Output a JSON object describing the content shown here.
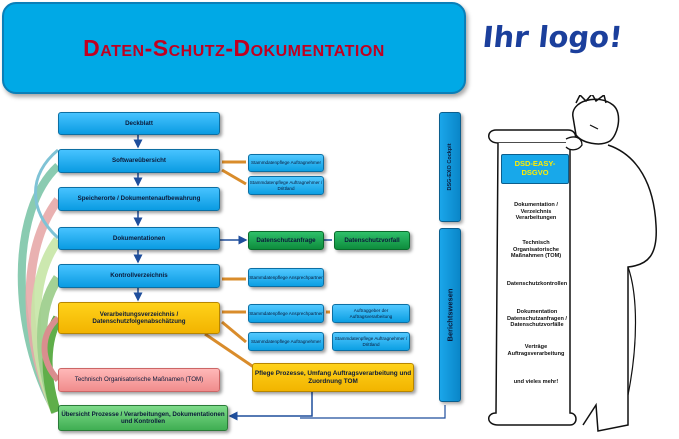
{
  "banner": {
    "title": "Daten-Schutz-Dokumentation"
  },
  "logo": {
    "text": "Ihr logo!"
  },
  "flow": {
    "deckblatt": "Deckblatt",
    "softwareuebersicht": "Softwareübersicht",
    "speicherorte": "Speicherorte / Dokumentenaufbewahrung",
    "dokumentationen": "Dokumentationen",
    "kontrollverzeichnis": "Kontrollverzeichnis",
    "verarbeitungsverzeichnis": "Verarbeitungsverzeichnis / Datenschutzfolgenabschätzung",
    "tom": "Technisch Organisatorische Maßnamen (TOM)",
    "uebersicht": "Übersicht Prozesse / Verarbeitungen, Dokumentationen und Kontrollen"
  },
  "side": {
    "stammdaten_auftragnehmer": "Stammdatenpflege Auftragnehmer",
    "stammdaten_drittland": "Stammdatenpflege Auftragnehmer / Drittland",
    "datenschutzanfrage": "Datenschutzanfrage",
    "datenschutzvorfall": "Datenschutzvorfall",
    "stammdaten_ansprech1": "Stammdatenpflege Ansprechpartner",
    "stammdaten_ansprech2": "Stammdatenpflege Ansprechpartner",
    "auftraggeber": "Auftraggeber der Auftragsverarbeitung",
    "stammdaten_auftragnehmer2": "Stammdatenpflege Auftragnehmer",
    "stammdaten_drittland2": "Stammdatenpflege Auftragnehmer / Drittland",
    "pflege": "Pflege Prozesse, Umfang Auftragsverarbeitung und Zuordnung TOM"
  },
  "vbars": {
    "cockpit": "DSG-EXO Cockpit",
    "bericht": "Berichtswesen"
  },
  "scroll": {
    "badge": "DSD-EASY-DSGVO",
    "items": [
      "Dokumentation / Verzeichnis Verarbeitungen",
      "Technisch Organisatorische Maßnahmen (TOM)",
      "Datenschutzkontrollen",
      "Dokumentation Datenschutzanfragen / Datenschutzvorfälle",
      "Verträge Auftragsverarbeitung",
      "und vieles mehr!"
    ]
  },
  "colors": {
    "banner": "#00a9e6",
    "title": "#c00020",
    "logo": "#1b3f9c",
    "box_blue": "#0a9be2",
    "box_green": "#0e8c3d",
    "box_yellow": "#f2b400",
    "box_red": "#f08c8c"
  }
}
